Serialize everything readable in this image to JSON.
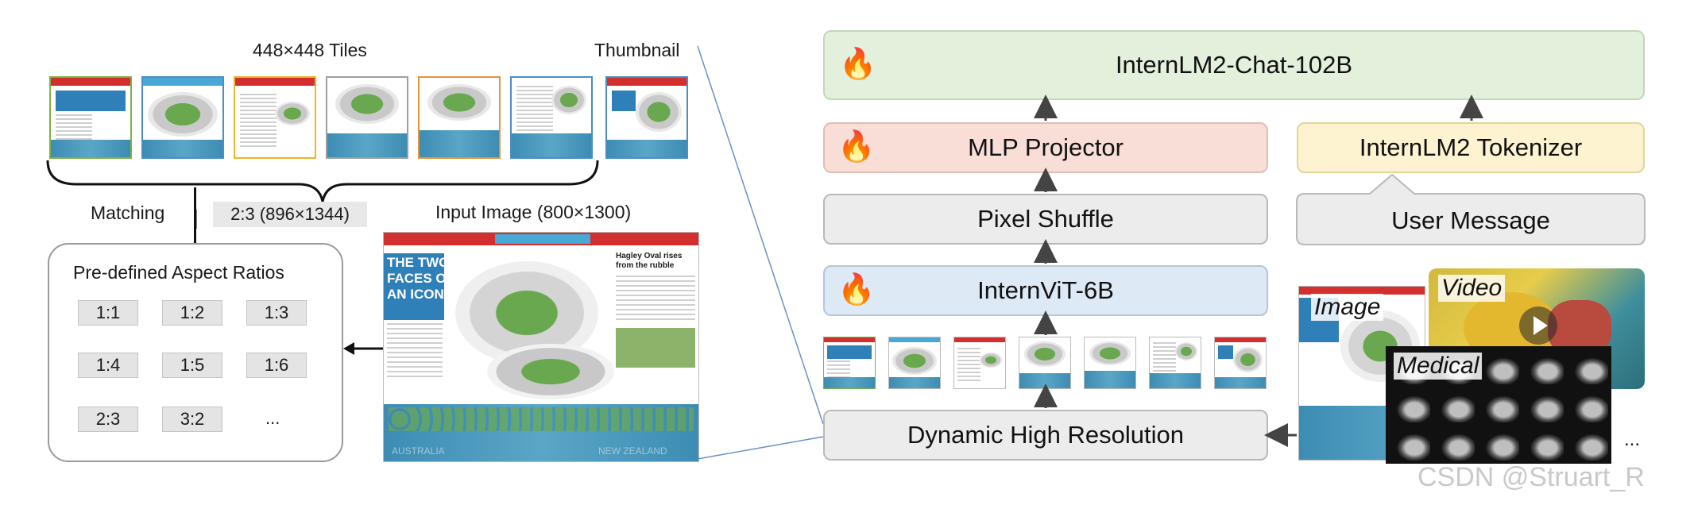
{
  "left": {
    "tiles_caption": "448×448 Tiles",
    "thumbnail_caption": "Thumbnail",
    "matching_label": "Matching",
    "matched_ratio": "2:3 (896×1344)",
    "input_caption": "Input Image (800×1300)",
    "aspect_title": "Pre-defined Aspect Ratios",
    "ratios": [
      "1:1",
      "1:2",
      "1:3",
      "1:4",
      "1:5",
      "1:6",
      "2:3",
      "3:2",
      "..."
    ],
    "poster": {
      "headline_1": "THE TWO",
      "headline_2": "FACES OF",
      "headline_3": "AN ICON",
      "subhead": "Hagley Oval rises from the rubble",
      "tag_1": "AUSTRALIA",
      "tag_2": "NEW ZEALAND"
    }
  },
  "right": {
    "llm_label": "InternLM2-Chat-102B",
    "mlp_label": "MLP Projector",
    "tokenizer_label": "InternLM2 Tokenizer",
    "pixel_label": "Pixel Shuffle",
    "user_label": "User Message",
    "vit_label": "InternViT-6B",
    "dhr_label": "Dynamic High Resolution",
    "modality_image": "Image",
    "modality_video": "Video",
    "modality_medical": "Medical",
    "ellipsis": "..."
  },
  "watermark": "CSDN @Struart_R",
  "colors": {
    "llm_fill": "#e3f1dc",
    "mlp_fill": "#f9ded7",
    "tokenizer_fill": "#fdf3d0",
    "vit_fill": "#dde9f5",
    "neutral_fill": "#ececec",
    "border": "#b9b9b9",
    "arrow": "#444444"
  },
  "icons": [
    "fire-icon",
    "play-icon",
    "arrow-icon",
    "brace-icon"
  ]
}
